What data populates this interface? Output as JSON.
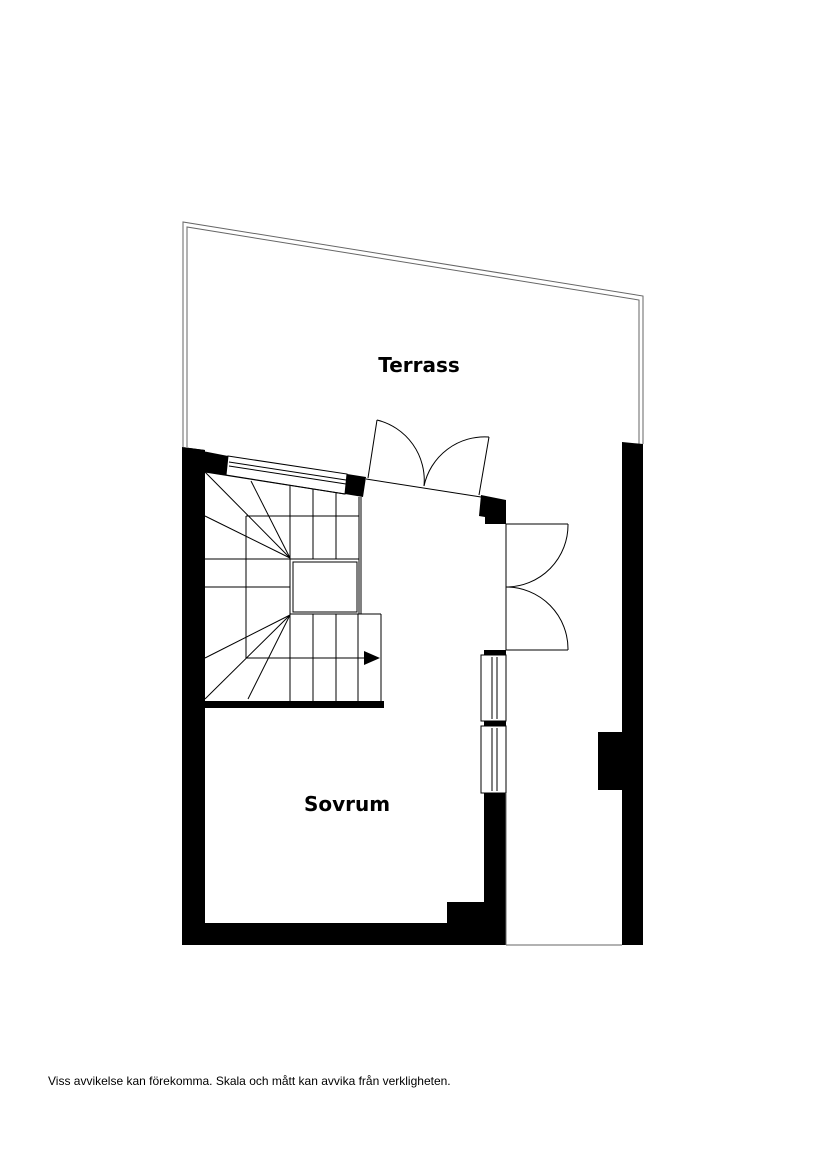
{
  "floor_plan": {
    "rooms": [
      {
        "id": "terrass",
        "label": "Terrass"
      },
      {
        "id": "sovrum",
        "label": "Sovrum"
      }
    ],
    "features": [
      "staircase-with-direction-arrow",
      "double-door-to-terrace",
      "double-door-to-corridor",
      "two-windows-east-wall",
      "window-north-wall",
      "railing-terrace"
    ],
    "colors": {
      "wall": "#000000",
      "background": "#ffffff",
      "line": "#000000"
    }
  },
  "footer": {
    "disclaimer": "Viss avvikelse kan förekomma. Skala och mått kan avvika från verkligheten."
  }
}
